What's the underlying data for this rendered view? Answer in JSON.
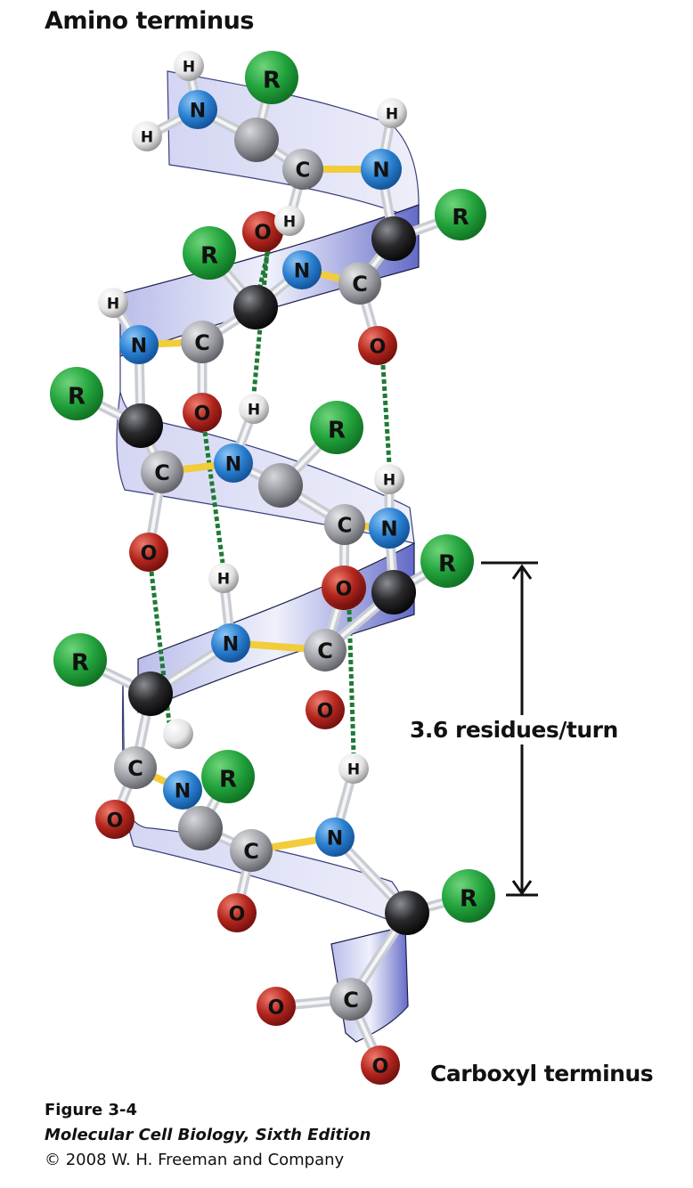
{
  "labels": {
    "amino_terminus": "Amino terminus",
    "carboxyl_terminus": "Carboxyl terminus",
    "pitch": "3.6 residues/turn"
  },
  "caption": {
    "figure_number": "Figure 3-4",
    "book_title": "Molecular Cell Biology, Sixth Edition",
    "copyright": "© 2008 W. H. Freeman and Company"
  },
  "legend_colors": {
    "R": "#22a33c",
    "N": "#2a7fd0",
    "O": "#b3261e",
    "H": "#e8e8e8",
    "C": "#9a9ca2",
    "Calpha": "#2a2a2e",
    "ribbon": "#8a90d8",
    "hbond": "#1e7a34",
    "peptide_bond": "#f2cc3a"
  },
  "atoms": [
    {
      "el": "H",
      "label": "H"
    },
    {
      "el": "N",
      "label": "N"
    },
    {
      "el": "H",
      "label": "H"
    },
    {
      "el": "R",
      "label": "R"
    },
    {
      "el": "Cg",
      "label": ""
    },
    {
      "el": "C",
      "label": "C"
    },
    {
      "el": "N",
      "label": "N"
    },
    {
      "el": "H",
      "label": "H"
    },
    {
      "el": "O",
      "label": "O"
    },
    {
      "el": "H",
      "label": "H"
    },
    {
      "el": "Ca",
      "label": ""
    },
    {
      "el": "R",
      "label": "R"
    },
    {
      "el": "N",
      "label": "N"
    },
    {
      "el": "C",
      "label": "C"
    },
    {
      "el": "O",
      "label": "O"
    },
    {
      "el": "R",
      "label": "R"
    },
    {
      "el": "Ca",
      "label": ""
    },
    {
      "el": "H",
      "label": "H"
    },
    {
      "el": "N",
      "label": "N"
    },
    {
      "el": "C",
      "label": "C"
    },
    {
      "el": "O",
      "label": "O"
    },
    {
      "el": "R",
      "label": "R"
    },
    {
      "el": "Ca",
      "label": ""
    },
    {
      "el": "H",
      "label": "H"
    },
    {
      "el": "C",
      "label": "C"
    },
    {
      "el": "N",
      "label": "N"
    },
    {
      "el": "R",
      "label": "R"
    },
    {
      "el": "Cg",
      "label": ""
    },
    {
      "el": "C",
      "label": "C"
    },
    {
      "el": "H",
      "label": "H"
    },
    {
      "el": "N",
      "label": "N"
    },
    {
      "el": "O",
      "label": "O"
    },
    {
      "el": "O",
      "label": "O"
    },
    {
      "el": "O",
      "label": "O"
    },
    {
      "el": "H",
      "label": "H"
    },
    {
      "el": "N",
      "label": "N"
    },
    {
      "el": "C",
      "label": "C"
    },
    {
      "el": "R",
      "label": "R"
    },
    {
      "el": "Ca",
      "label": ""
    },
    {
      "el": "O",
      "label": "O"
    },
    {
      "el": "R",
      "label": "R"
    },
    {
      "el": "Ca",
      "label": ""
    },
    {
      "el": "H",
      "label": ""
    },
    {
      "el": "C",
      "label": "C"
    },
    {
      "el": "N",
      "label": "N"
    },
    {
      "el": "R",
      "label": "R"
    },
    {
      "el": "O",
      "label": "O"
    },
    {
      "el": "Cg",
      "label": ""
    },
    {
      "el": "C",
      "label": "C"
    },
    {
      "el": "H",
      "label": "H"
    },
    {
      "el": "N",
      "label": "N"
    },
    {
      "el": "O",
      "label": "O"
    },
    {
      "el": "Ca",
      "label": ""
    },
    {
      "el": "R",
      "label": "R"
    },
    {
      "el": "C",
      "label": "C"
    },
    {
      "el": "O",
      "label": "O"
    },
    {
      "el": "O",
      "label": "O"
    }
  ]
}
